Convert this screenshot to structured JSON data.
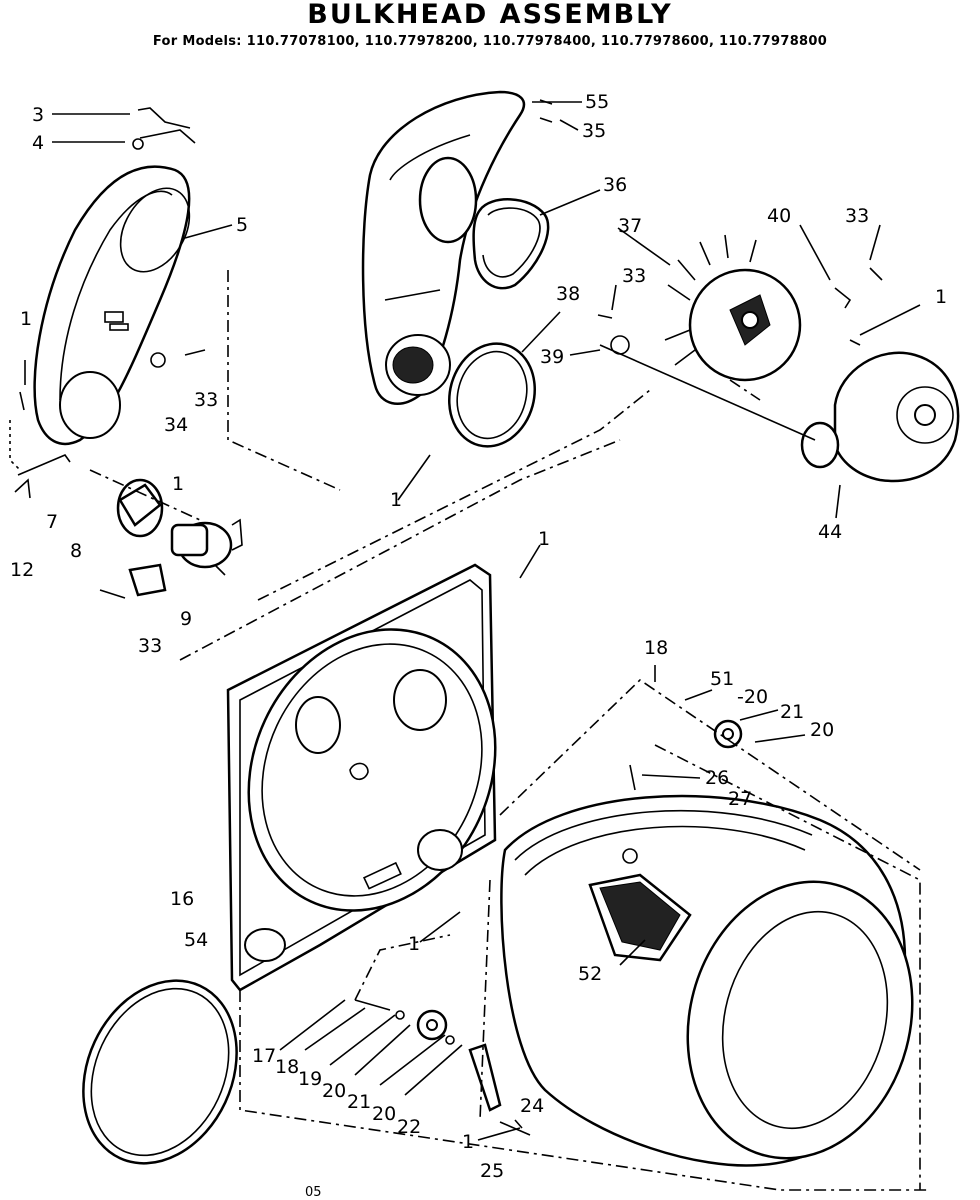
{
  "title": "BULKHEAD ASSEMBLY",
  "subtitle": "For Models: 110.77078100, 110.77978200, 110.77978400, 110.77978600, 110.77978800",
  "page_code": "05",
  "labels": [
    {
      "id": "l3",
      "text": "3"
    },
    {
      "id": "l4",
      "text": "4"
    },
    {
      "id": "l5",
      "text": "5"
    },
    {
      "id": "l1a",
      "text": "1"
    },
    {
      "id": "l33a",
      "text": "33"
    },
    {
      "id": "l34",
      "text": "34"
    },
    {
      "id": "l7",
      "text": "7"
    },
    {
      "id": "l8",
      "text": "8"
    },
    {
      "id": "l12",
      "text": "12"
    },
    {
      "id": "l1b",
      "text": "1"
    },
    {
      "id": "l9",
      "text": "9"
    },
    {
      "id": "l33b",
      "text": "33"
    },
    {
      "id": "l55",
      "text": "55"
    },
    {
      "id": "l35",
      "text": "35"
    },
    {
      "id": "l36",
      "text": "36"
    },
    {
      "id": "l38",
      "text": "38"
    },
    {
      "id": "l1c",
      "text": "1"
    },
    {
      "id": "l37",
      "text": "37"
    },
    {
      "id": "l40",
      "text": "40"
    },
    {
      "id": "l33c",
      "text": "33"
    },
    {
      "id": "l33d",
      "text": "33"
    },
    {
      "id": "l1d",
      "text": "1"
    },
    {
      "id": "l39",
      "text": "39"
    },
    {
      "id": "l44",
      "text": "44"
    },
    {
      "id": "l1e",
      "text": "1"
    },
    {
      "id": "l18a",
      "text": "18"
    },
    {
      "id": "l51",
      "text": "51"
    },
    {
      "id": "l20a",
      "text": "-20"
    },
    {
      "id": "l21a",
      "text": "21"
    },
    {
      "id": "l20b",
      "text": "20"
    },
    {
      "id": "l26",
      "text": "26"
    },
    {
      "id": "l27",
      "text": "27"
    },
    {
      "id": "l16",
      "text": "16"
    },
    {
      "id": "l54",
      "text": "54"
    },
    {
      "id": "l1f",
      "text": "1"
    },
    {
      "id": "l52",
      "text": "52"
    },
    {
      "id": "l17",
      "text": "17"
    },
    {
      "id": "l18b",
      "text": "18"
    },
    {
      "id": "l19",
      "text": "19"
    },
    {
      "id": "l20c",
      "text": "20"
    },
    {
      "id": "l21b",
      "text": "21"
    },
    {
      "id": "l20d",
      "text": "20"
    },
    {
      "id": "l22",
      "text": "22"
    },
    {
      "id": "l24",
      "text": "24"
    },
    {
      "id": "l1g",
      "text": "1"
    },
    {
      "id": "l25",
      "text": "25"
    }
  ]
}
